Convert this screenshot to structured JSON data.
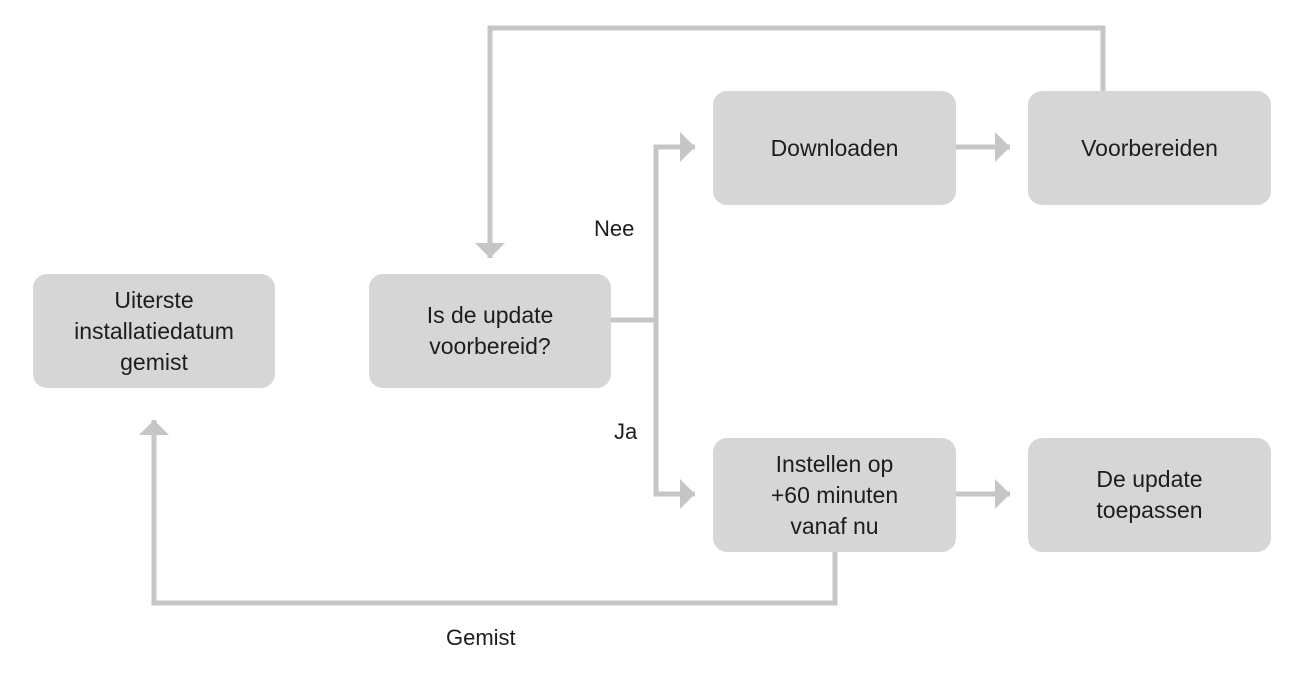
{
  "diagram": {
    "nodes": {
      "missed_deadline": "Uiterste\ninstallatiedatum\ngemist",
      "is_prepared": "Is de update\nvoorbereid?",
      "download": "Downloaden",
      "prepare": "Voorbereiden",
      "schedule": "Instellen op\n+60 minuten\nvanaf nu",
      "apply": "De update\ntoepassen"
    },
    "edge_labels": {
      "no": "Nee",
      "yes": "Ja",
      "missed": "Gemist"
    },
    "colors": {
      "node_fill": "#d6d6d6",
      "connector": "#c6c6c6",
      "text": "#1d1d1f"
    }
  }
}
